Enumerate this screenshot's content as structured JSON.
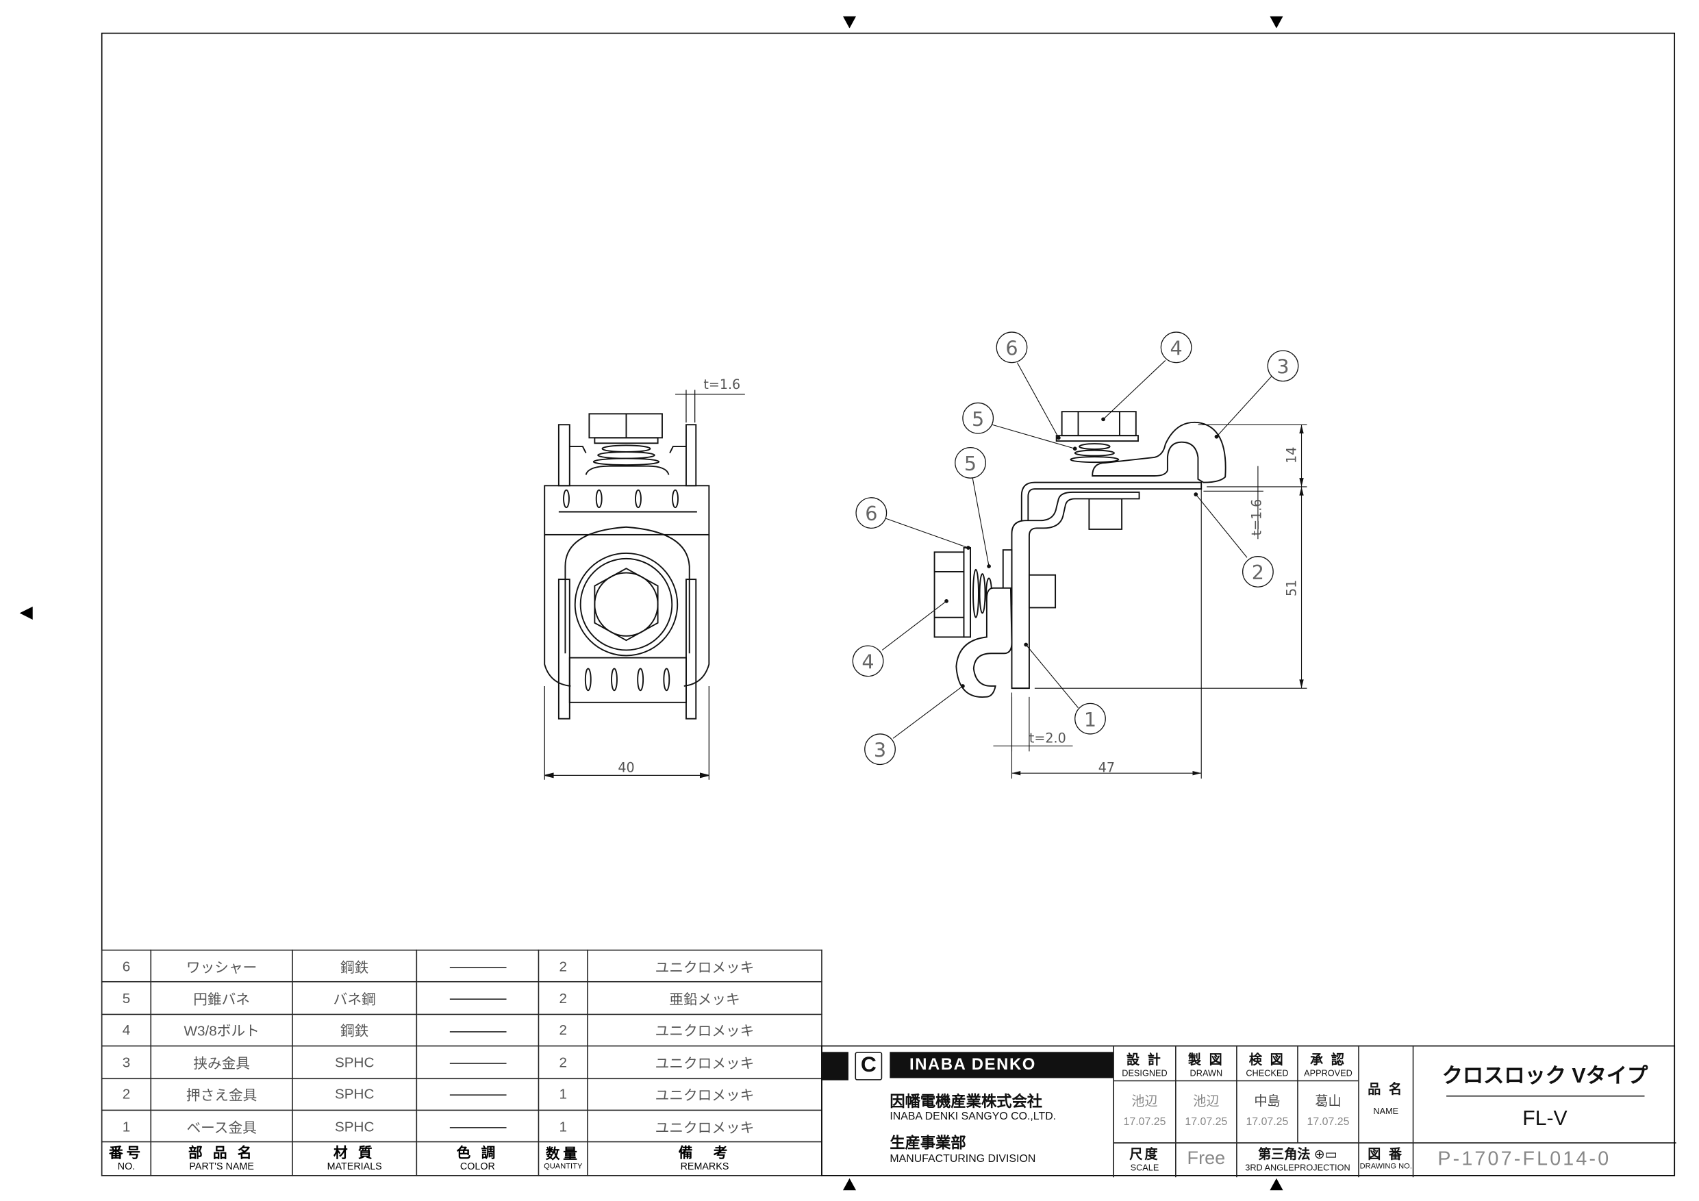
{
  "parts_table": {
    "headers": [
      {
        "ja": "番号",
        "en": "NO."
      },
      {
        "ja": "部 品 名",
        "en": "PART'S NAME"
      },
      {
        "ja": "材 質",
        "en": "MATERIALS"
      },
      {
        "ja": "色 調",
        "en": "COLOR"
      },
      {
        "ja": "数量",
        "en": "QUANTITY"
      },
      {
        "ja": "備　考",
        "en": "REMARKS"
      }
    ],
    "rows": [
      {
        "no": "6",
        "name": "ワッシャー",
        "material": "鋼鉄",
        "qty": "2",
        "remarks": "ユニクロメッキ"
      },
      {
        "no": "5",
        "name": "円錐バネ",
        "material": "バネ鋼",
        "qty": "2",
        "remarks": "亜鉛メッキ"
      },
      {
        "no": "4",
        "name": "W3/8ボルト",
        "material": "鋼鉄",
        "qty": "2",
        "remarks": "ユニクロメッキ"
      },
      {
        "no": "3",
        "name": "挟み金具",
        "material": "SPHC",
        "qty": "2",
        "remarks": "ユニクロメッキ"
      },
      {
        "no": "2",
        "name": "押さえ金具",
        "material": "SPHC",
        "qty": "1",
        "remarks": "ユニクロメッキ"
      },
      {
        "no": "1",
        "name": "ベース金具",
        "material": "SPHC",
        "qty": "1",
        "remarks": "ユニクロメッキ"
      }
    ]
  },
  "title_block": {
    "brand": "INABA DENKO",
    "company_ja": "因幡電機産業株式会社",
    "company_en": "INABA DENKI SANGYO CO.,LTD.",
    "division_ja": "生産事業部",
    "division_en": "MANUFACTURING DIVISION",
    "signoffs": [
      {
        "ja": "設 計",
        "en": "DESIGNED",
        "name": "池辺",
        "date": "17.07.25"
      },
      {
        "ja": "製 図",
        "en": "DRAWN",
        "name": "池辺",
        "date": "17.07.25"
      },
      {
        "ja": "検 図",
        "en": "CHECKED",
        "name": "中島",
        "date": "17.07.25"
      },
      {
        "ja": "承 認",
        "en": "APPROVED",
        "name": "葛山",
        "date": "17.07.25"
      }
    ],
    "name_label_ja": "品 名",
    "name_label_en": "NAME",
    "product_name": "クロスロック Vタイプ",
    "product_code": "FL-V",
    "scale_label_ja": "尺度",
    "scale_label_en": "SCALE",
    "scale_value": "Free",
    "projection_ja": "第三角法",
    "projection_en": "3RD ANGLEPROJECTION",
    "drawing_no_label_ja": "図 番",
    "drawing_no_label_en": "DRAWING NO.",
    "drawing_no": "P-1707-FL014-0"
  },
  "front_view": {
    "width_dim": "40",
    "thickness": "t=1.6"
  },
  "side_view": {
    "width_dim": "47",
    "height_dim": "51",
    "top_dim": "14",
    "thickness_top": "t=1.6",
    "thickness_base": "t=2.0",
    "balloons": [
      "6",
      "4",
      "3",
      "5",
      "5",
      "6",
      "2",
      "4",
      "1",
      "3"
    ]
  }
}
